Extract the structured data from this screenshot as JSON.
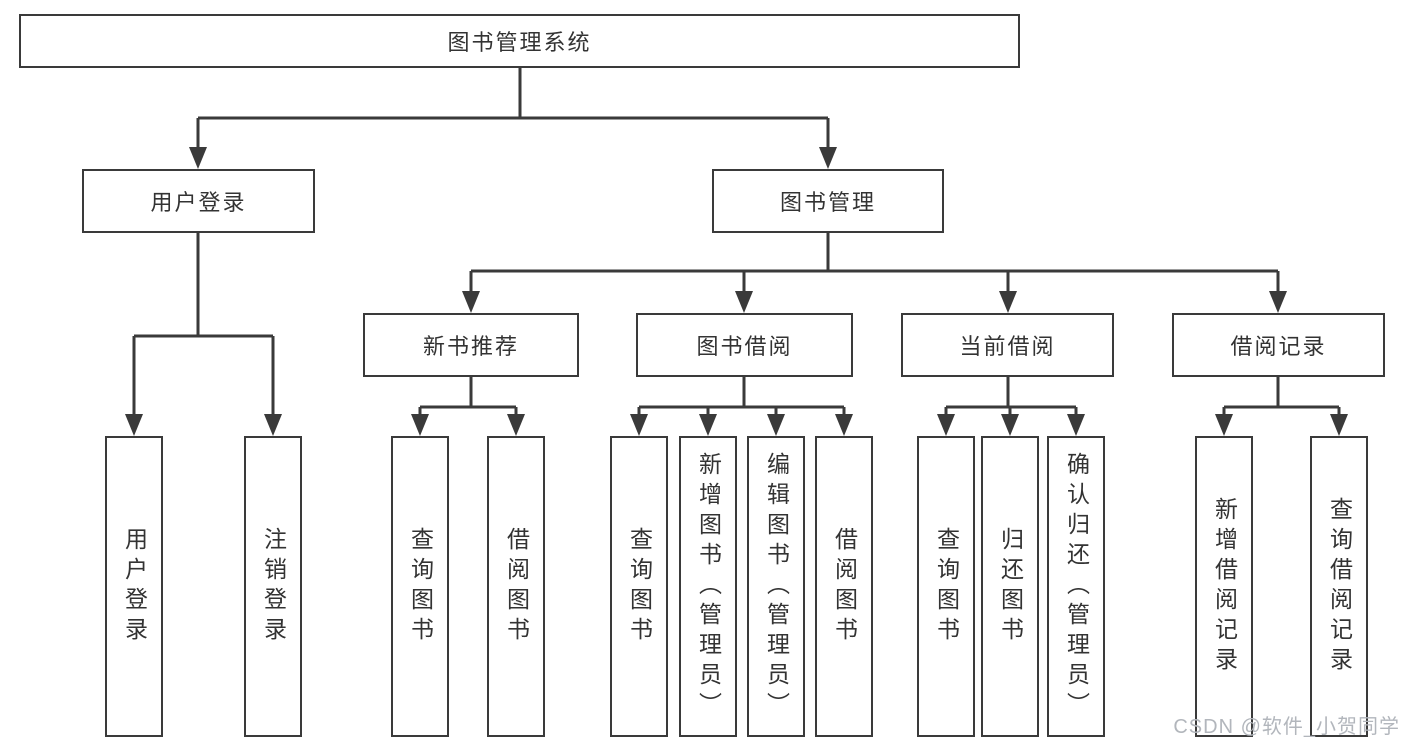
{
  "title": "图书管理系统",
  "tree": {
    "root": {
      "label": "图书管理系统"
    },
    "branches": [
      {
        "label": "用户登录",
        "children": [
          {
            "label": "用户登录"
          },
          {
            "label": "注销登录"
          }
        ]
      },
      {
        "label": "图书管理",
        "children": [
          {
            "label": "新书推荐",
            "children": [
              {
                "label": "查询图书"
              },
              {
                "label": "借阅图书"
              }
            ]
          },
          {
            "label": "图书借阅",
            "children": [
              {
                "label": "查询图书"
              },
              {
                "label": "新增图书（管理员）"
              },
              {
                "label": "编辑图书（管理员）"
              },
              {
                "label": "借阅图书"
              }
            ]
          },
          {
            "label": "当前借阅",
            "children": [
              {
                "label": "查询图书"
              },
              {
                "label": "归还图书"
              },
              {
                "label": "确认归还（管理员）"
              }
            ]
          },
          {
            "label": "借阅记录",
            "children": [
              {
                "label": "新增借阅记录"
              },
              {
                "label": "查询借阅记录"
              }
            ]
          }
        ]
      }
    ]
  },
  "watermark": {
    "text": "CSDN @软件_小贺同学",
    "color": "#b2b6bc"
  },
  "colors": {
    "line": "#3a3a3a",
    "text": "#333333",
    "box_bg": "#ffffff",
    "background": "#ffffff"
  }
}
